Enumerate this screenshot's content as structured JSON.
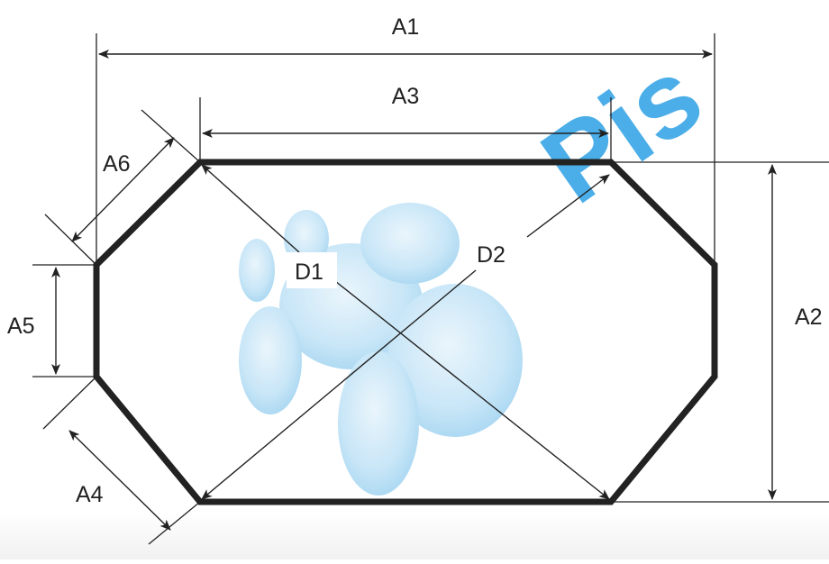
{
  "labels": {
    "A1": "A1",
    "A2": "A2",
    "A3": "A3",
    "A4": "A4",
    "A5": "A5",
    "A6": "A6",
    "D1": "D1",
    "D2": "D2"
  },
  "watermark": {
    "name": "droplets-watermark",
    "text": "Pis",
    "color": "#3fa9e6"
  },
  "colors": {
    "outline": "#222222",
    "dimension_line": "#222222",
    "ground_fade": "#f3f3f3"
  }
}
